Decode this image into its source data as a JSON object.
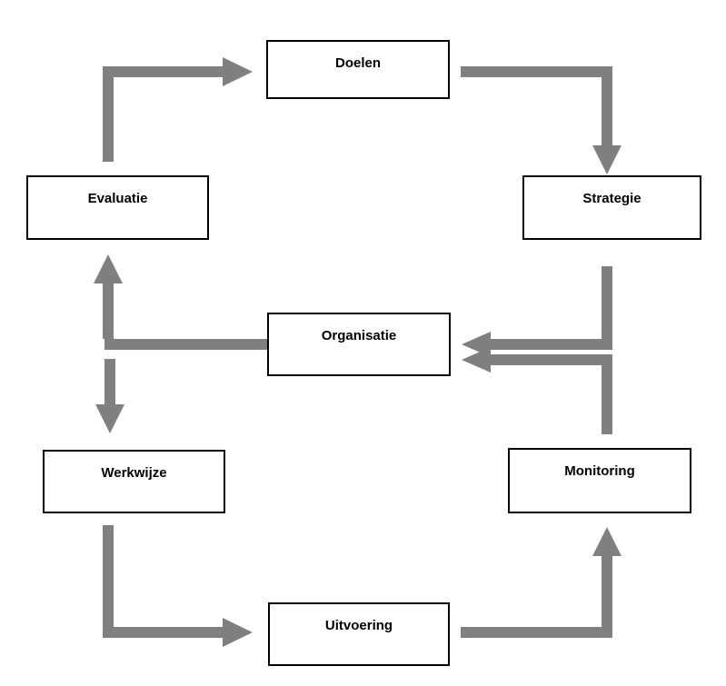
{
  "diagram": {
    "type": "cycle-flow",
    "language": "nl",
    "colors": {
      "arrow": "#7f7f7f",
      "box_border": "#000000",
      "box_fill": "#ffffff",
      "background": "#ffffff",
      "text": "#000000"
    },
    "nodes": {
      "doelen": {
        "label": "Doelen"
      },
      "strategie": {
        "label": "Strategie"
      },
      "organisatie": {
        "label": "Organisatie"
      },
      "monitoring": {
        "label": "Monitoring"
      },
      "uitvoering": {
        "label": "Uitvoering"
      },
      "werkwijze": {
        "label": "Werkwijze"
      },
      "evaluatie": {
        "label": "Evaluatie"
      }
    },
    "edges": [
      {
        "from": "Evaluatie",
        "to": "Doelen"
      },
      {
        "from": "Doelen",
        "to": "Strategie"
      },
      {
        "from": "Strategie",
        "to": "Organisatie"
      },
      {
        "from": "Monitoring",
        "to": "Organisatie"
      },
      {
        "from": "Organisatie",
        "to": "Evaluatie"
      },
      {
        "from": "Organisatie",
        "to": "Werkwijze"
      },
      {
        "from": "Werkwijze",
        "to": "Uitvoering"
      },
      {
        "from": "Uitvoering",
        "to": "Monitoring"
      }
    ]
  }
}
